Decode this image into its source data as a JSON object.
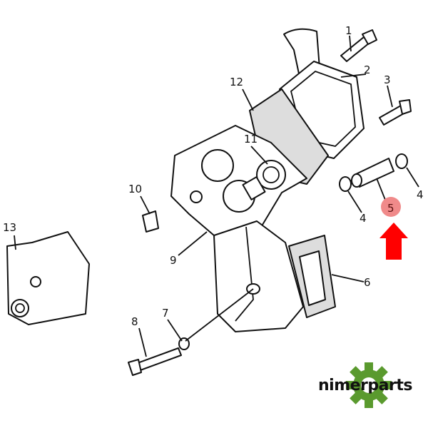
{
  "diagram": {
    "callouts": [
      "1",
      "2",
      "3",
      "4",
      "4",
      "5",
      "6",
      "7",
      "8",
      "9",
      "10",
      "11",
      "12",
      "13"
    ],
    "highlighted_part": "5",
    "highlight_color": "#f08a8a",
    "arrow_color": "#ff0000"
  },
  "logo": {
    "text": "nimerparts",
    "gear_color": "#5a9a2e",
    "icon": "gear-icon"
  }
}
